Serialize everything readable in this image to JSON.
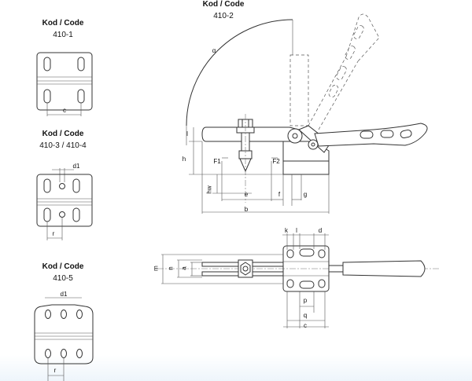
{
  "variants": [
    {
      "header": "Kod / Code",
      "code": "410-1",
      "dims": [
        "c"
      ]
    },
    {
      "header": "Kod / Code",
      "code": "410-3 / 410-4",
      "dims": [
        "d1",
        "r"
      ]
    },
    {
      "header": "Kod / Code",
      "code": "410-5",
      "dims": [
        "d1",
        "r"
      ]
    }
  ],
  "main": {
    "header": "Kod / Code",
    "code": "410-2",
    "side_labels": {
      "alpha": "α",
      "l": "l",
      "h": "h",
      "hw": "hw",
      "F1": "F1",
      "F2": "F2",
      "e": "e",
      "f": "f",
      "g": "g",
      "b": "b"
    },
    "top_labels": {
      "k": "k",
      "l": "l",
      "d": "d",
      "m": "m",
      "n": "n",
      "a": "a",
      "p": "p",
      "q": "q",
      "c": "c"
    }
  }
}
